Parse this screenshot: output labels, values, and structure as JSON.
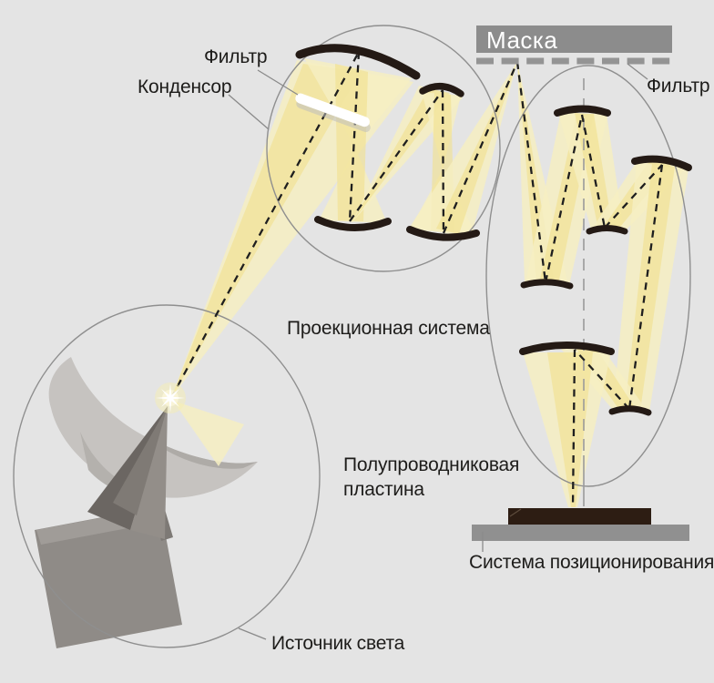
{
  "labels": {
    "filter_left": "Фильтр",
    "condenser": "Конденсор",
    "mask": "Маска",
    "filter_right": "Фильтр",
    "projection_system": "Проекционная система",
    "semiconductor_wafer_line1": "Полупроводниковая",
    "semiconductor_wafer_line2": "пластина",
    "light_source": "Источник света",
    "positioning_system": "Система позиционирования"
  },
  "colors": {
    "background": "#e4e4e4",
    "beam_pale": "#f6efc2",
    "beam_deep": "#f0e08e",
    "mirror_dark": "#241a15",
    "mask_bar": "#8c8c8c",
    "mask_filter_dash": "#949494",
    "wafer_dark": "#2d1d13",
    "stage_gray": "#909090",
    "outline_gray": "#8f8f8f",
    "ray_black": "#1f1f1f",
    "filter_bar_white": "#ffffff"
  }
}
